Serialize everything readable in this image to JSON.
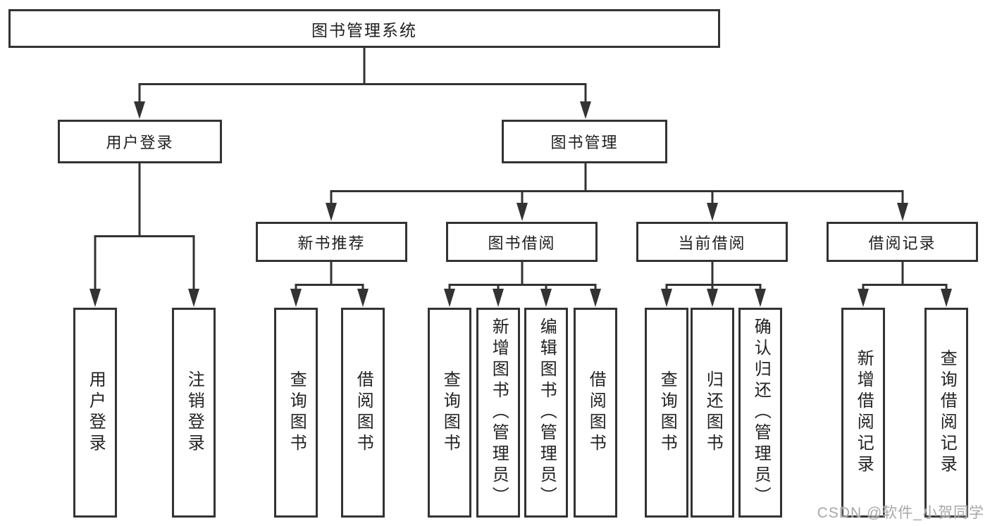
{
  "diagram": {
    "type": "hierarchy-tree",
    "tree": {
      "label": "图书管理系统",
      "children": [
        {
          "label": "用户登录",
          "children": [
            {
              "label": "用户登录"
            },
            {
              "label": "注销登录"
            }
          ]
        },
        {
          "label": "图书管理",
          "children": [
            {
              "label": "新书推荐",
              "children": [
                {
                  "label": "查询图书"
                },
                {
                  "label": "借阅图书"
                }
              ]
            },
            {
              "label": "图书借阅",
              "children": [
                {
                  "label": "查询图书"
                },
                {
                  "label": "新增图书（管理员）"
                },
                {
                  "label": "编辑图书（管理员）"
                },
                {
                  "label": "借阅图书"
                }
              ]
            },
            {
              "label": "当前借阅",
              "children": [
                {
                  "label": "查询图书"
                },
                {
                  "label": "归还图书"
                },
                {
                  "label": "确认归还（管理员）"
                }
              ]
            },
            {
              "label": "借阅记录",
              "children": [
                {
                  "label": "新增借阅记录"
                },
                {
                  "label": "查询借阅记录"
                }
              ]
            }
          ]
        }
      ]
    },
    "colors": {
      "line": "#333333",
      "border": "#333333",
      "text": "#1f1f1f",
      "background": "#ffffff"
    }
  },
  "watermark": {
    "text": "CSDN @软件_小贺同学",
    "color": "#a8a8a8"
  }
}
